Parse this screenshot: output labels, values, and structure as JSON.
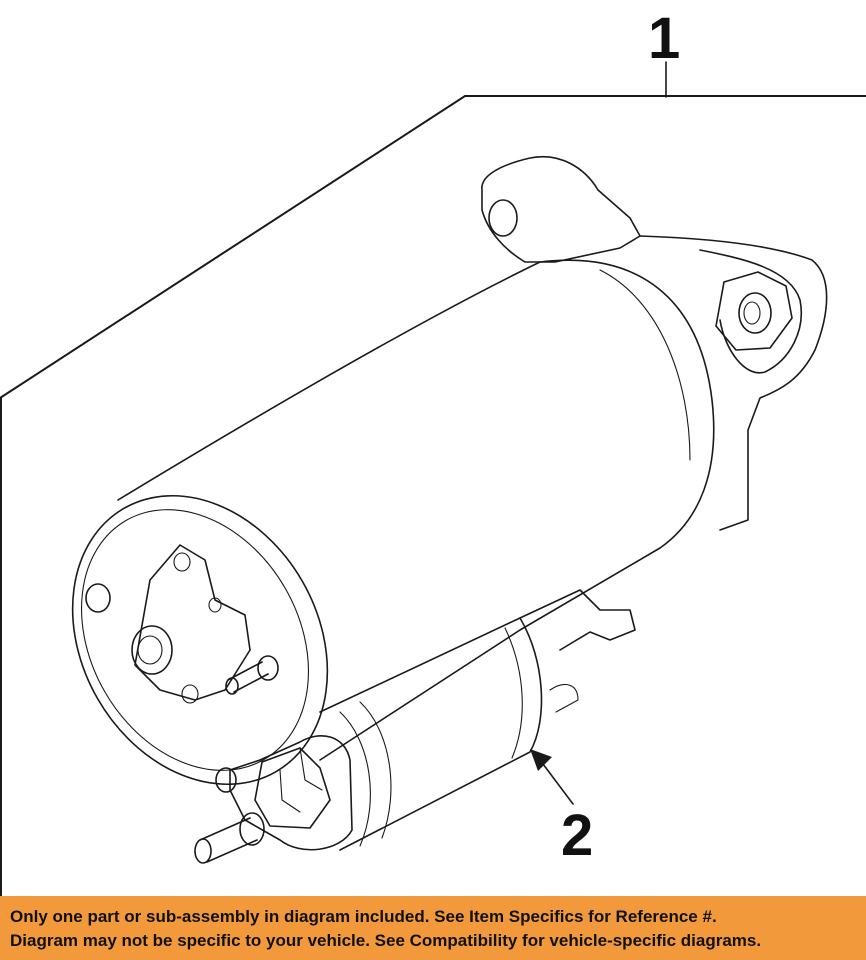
{
  "callouts": {
    "part_1": "1",
    "part_2": "2"
  },
  "banner": {
    "line1": "Only one part or sub-assembly in diagram included. See Item Specifics for Reference #.",
    "line2": "Diagram may not be specific to your vehicle. See Compatibility for vehicle-specific diagrams."
  },
  "colors": {
    "banner_background": "#f29a3b",
    "line_art": "#1a1a1a",
    "page_background": "#ffffff"
  }
}
